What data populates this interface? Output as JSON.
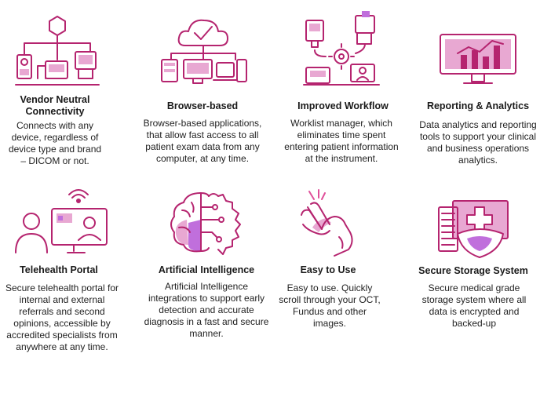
{
  "features": [
    {
      "icon": "network-devices-icon",
      "title": "Vendor Neutral Connectivity",
      "desc": "Connects with any device, regardless of device type and brand – DICOM or not."
    },
    {
      "icon": "cloud-devices-icon",
      "title": "Browser-based",
      "desc": "Browser-based applications, that allow fast access to all patient exam data from any computer, at any time."
    },
    {
      "icon": "workflow-gear-icon",
      "title": "Improved Workflow",
      "desc": "Worklist manager, which eliminates time spent entering patient information at the instrument."
    },
    {
      "icon": "analytics-monitor-icon",
      "title": "Reporting & Analytics",
      "desc": "Data analytics and reporting tools to support your clinical and business operations analytics."
    },
    {
      "icon": "telehealth-icon",
      "title": "Telehealth Portal",
      "desc": "Secure telehealth portal for internal and external referrals and second opinions, accessible by accredited specialists from anywhere at any time."
    },
    {
      "icon": "ai-brain-icon",
      "title": "Artificial Intelligence",
      "desc": "Artificial Intelligence integrations to support early detection and accurate diagnosis in a fast and secure manner."
    },
    {
      "icon": "hand-scroll-icon",
      "title": "Easy to Use",
      "desc": "Easy to use. Quickly scroll through your OCT, Fundus and other images."
    },
    {
      "icon": "secure-storage-icon",
      "title": "Secure Storage System",
      "desc": "Secure medical grade storage system where all data is encrypted and backed-up"
    }
  ],
  "colors": {
    "primary": "#b5246f",
    "light": "#e8a8d2",
    "purple": "#c06fdc"
  }
}
